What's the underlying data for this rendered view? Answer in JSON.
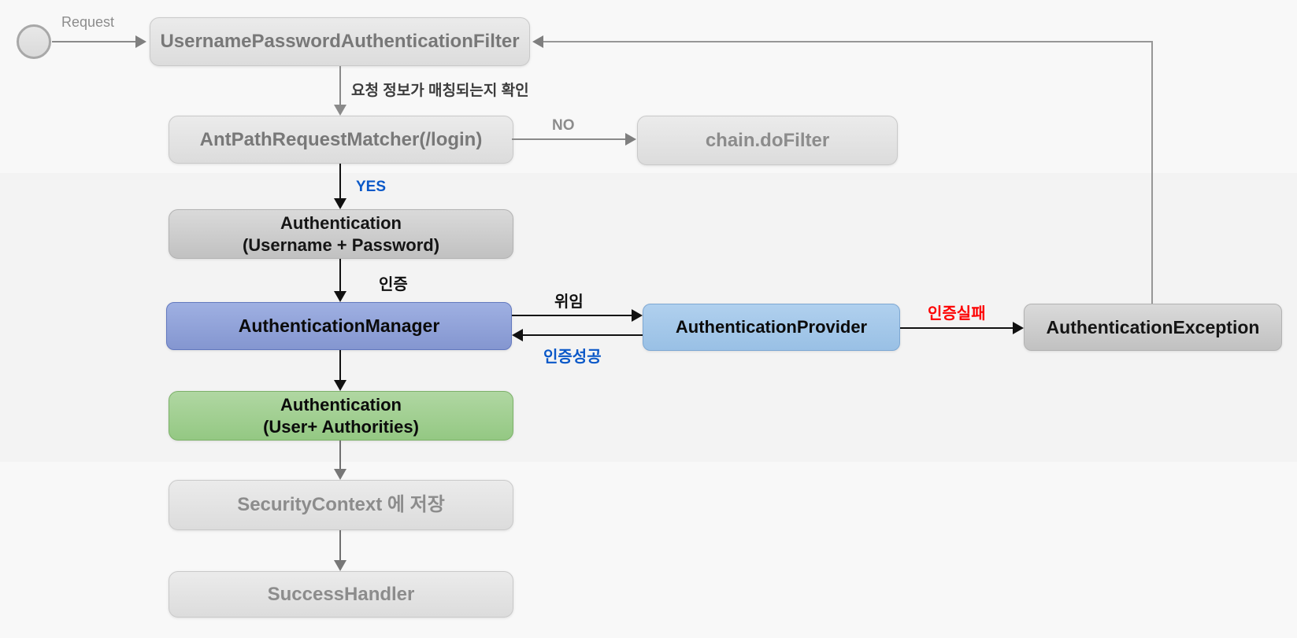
{
  "diagram": {
    "title": "Spring Security UsernamePasswordAuthenticationFilter flow",
    "start": {
      "label": "Request"
    },
    "nodes": {
      "filter": {
        "label": "UsernamePasswordAuthenticationFilter"
      },
      "matcher": {
        "label": "AntPathRequestMatcher(/login)"
      },
      "chain": {
        "label": "chain.doFilter"
      },
      "auth_token": {
        "line1": "Authentication",
        "line2": "(Username + Password)"
      },
      "manager": {
        "label": "AuthenticationManager"
      },
      "provider": {
        "label": "AuthenticationProvider"
      },
      "exception": {
        "label": "AuthenticationException"
      },
      "auth_result": {
        "line1": "Authentication",
        "line2": "(User+ Authorities)"
      },
      "security_context": {
        "label": "SecurityContext 에 저장"
      },
      "success_handler": {
        "label": "SuccessHandler"
      }
    },
    "edge_labels": {
      "match_check": "요청 정보가 매칭되는지 확인",
      "no": "NO",
      "yes": "YES",
      "authenticate": "인증",
      "delegate": "위임",
      "auth_success": "인증성공",
      "auth_fail": "인증실패"
    },
    "colors": {
      "yes_blue": "#0a58c8",
      "success_blue": "#0a58c8",
      "fail_red": "#fd0000",
      "manager_fill": "#93a4d8",
      "provider_fill": "#a5c8eb",
      "result_green_fill": "#a2d093",
      "gray_node_fill": "#e3e3e3",
      "mid_gray_node_fill": "#cecece",
      "background": "#f5f5f5"
    }
  }
}
